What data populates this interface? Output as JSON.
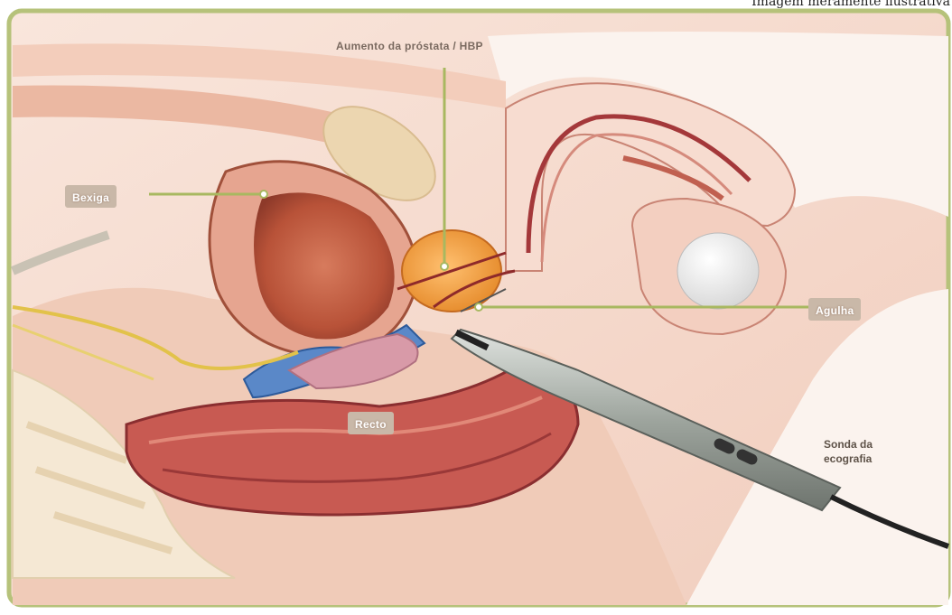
{
  "caption": "Imagem meramente ilustrativa",
  "labels": {
    "prostate": "Aumento da próstata / HBP",
    "bladder": "Bexiga",
    "needle": "Agulha",
    "rectum": "Recto",
    "probe_line1": "Sonda da",
    "probe_line2": "ecografia"
  },
  "colors": {
    "frame": "#b6c27a",
    "leader": "#a8b860",
    "skin": "#f6d6c8",
    "tissue": "#e8b29a",
    "bladder": "#c8604a",
    "prostate": "#f0a040",
    "rectum": "#b84a46",
    "probe": "#9aa09a"
  }
}
